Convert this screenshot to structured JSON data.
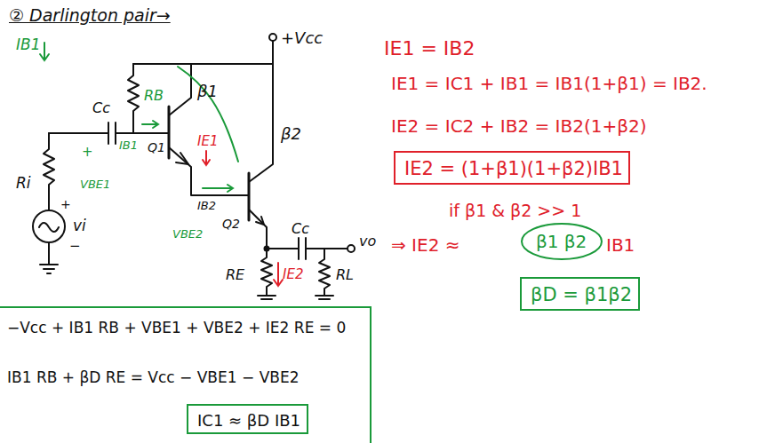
{
  "diagram": {
    "title": "② Darlington pair→",
    "nodes": [
      {
        "text": [
          "IE2 = (1+β1)(1+β2)IB1"
        ]
      },
      {
        "text": [
          "β1 β2"
        ]
      },
      {
        "text": [
          "βD = β1β2"
        ]
      },
      {
        "text": [
          "−Vcc + IB1 RB + VBE1 + VBE2 + IE2 RE = 0",
          "IB1 RB + βD RE = Vcc − VBE1 − VBE2"
        ]
      },
      {
        "text": [
          "IC1 ≈ βD IB1"
        ],
        "in": 3
      }
    ],
    "labels": [
      "+Vcc",
      "IB1",
      "RB",
      "Cc",
      "β1",
      "+",
      "IB1",
      "Q1",
      "IE1",
      "β2",
      "Ri",
      "VBE1",
      "vi",
      "+",
      "−",
      "IB2",
      "Q2",
      "VBE2",
      "Cc",
      "vo",
      "RE",
      "IE2",
      "RL",
      "IE1 = IB2",
      "IE1 = IC1 + IB1 = IB1(1+β1) = IB2.",
      "IE2 = IC2 + IB2 = IB2(1+β2)",
      "if β1 & β2 >> 1",
      "⇒ IE2 ≈",
      "IB1"
    ]
  }
}
